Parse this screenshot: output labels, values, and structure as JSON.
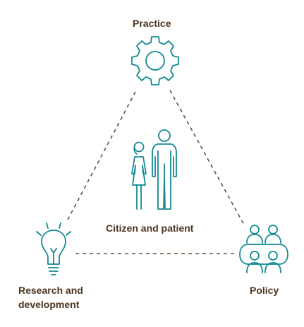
{
  "diagram": {
    "nodes": {
      "practice": {
        "label": "Practice",
        "icon": "gear-icon"
      },
      "research": {
        "label": "Research and development",
        "icon": "lightbulb-icon"
      },
      "policy": {
        "label": "Policy",
        "icon": "meeting-group-icon"
      },
      "center": {
        "label": "Citizen and patient",
        "icon": "people-icon"
      }
    },
    "edges": [
      {
        "from": "practice",
        "to": "research",
        "style": "dashed"
      },
      {
        "from": "practice",
        "to": "policy",
        "style": "dashed"
      },
      {
        "from": "research",
        "to": "policy",
        "style": "dashed"
      }
    ],
    "colors": {
      "icon": "#138a92",
      "text": "#4a3520",
      "connector": "#6b4c32"
    }
  }
}
